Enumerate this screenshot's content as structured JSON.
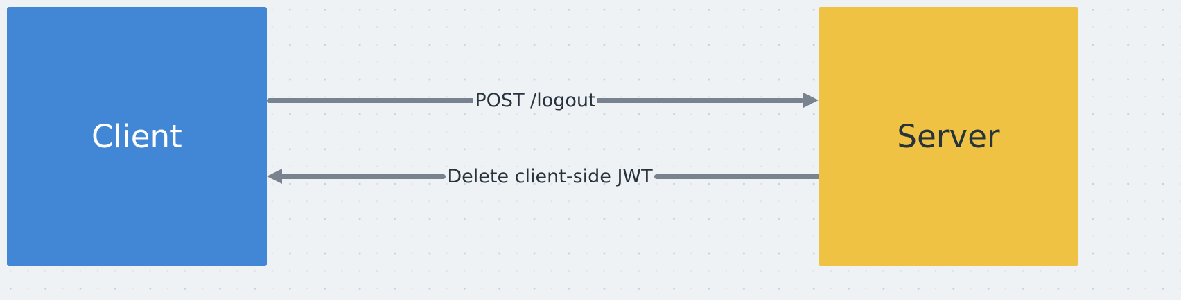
{
  "diagram": {
    "type": "sequence-diagram",
    "background_color": "#eef2f5",
    "grid": "dot-grid",
    "participants": [
      {
        "id": "client",
        "label": "Client",
        "fill_color": "#4287d6",
        "text_color": "#ffffff",
        "side": "left"
      },
      {
        "id": "server",
        "label": "Server",
        "fill_color": "#efc243",
        "text_color": "#26323c",
        "side": "right"
      }
    ],
    "messages": [
      {
        "id": "msg-1",
        "label": "POST /logout",
        "from": "client",
        "to": "server",
        "direction": "right",
        "line_color": "#78838f",
        "text_color": "#26323c"
      },
      {
        "id": "msg-2",
        "label": "Delete client-side JWT",
        "from": "server",
        "to": "client",
        "direction": "left",
        "line_color": "#78838f",
        "text_color": "#26323c"
      }
    ]
  }
}
